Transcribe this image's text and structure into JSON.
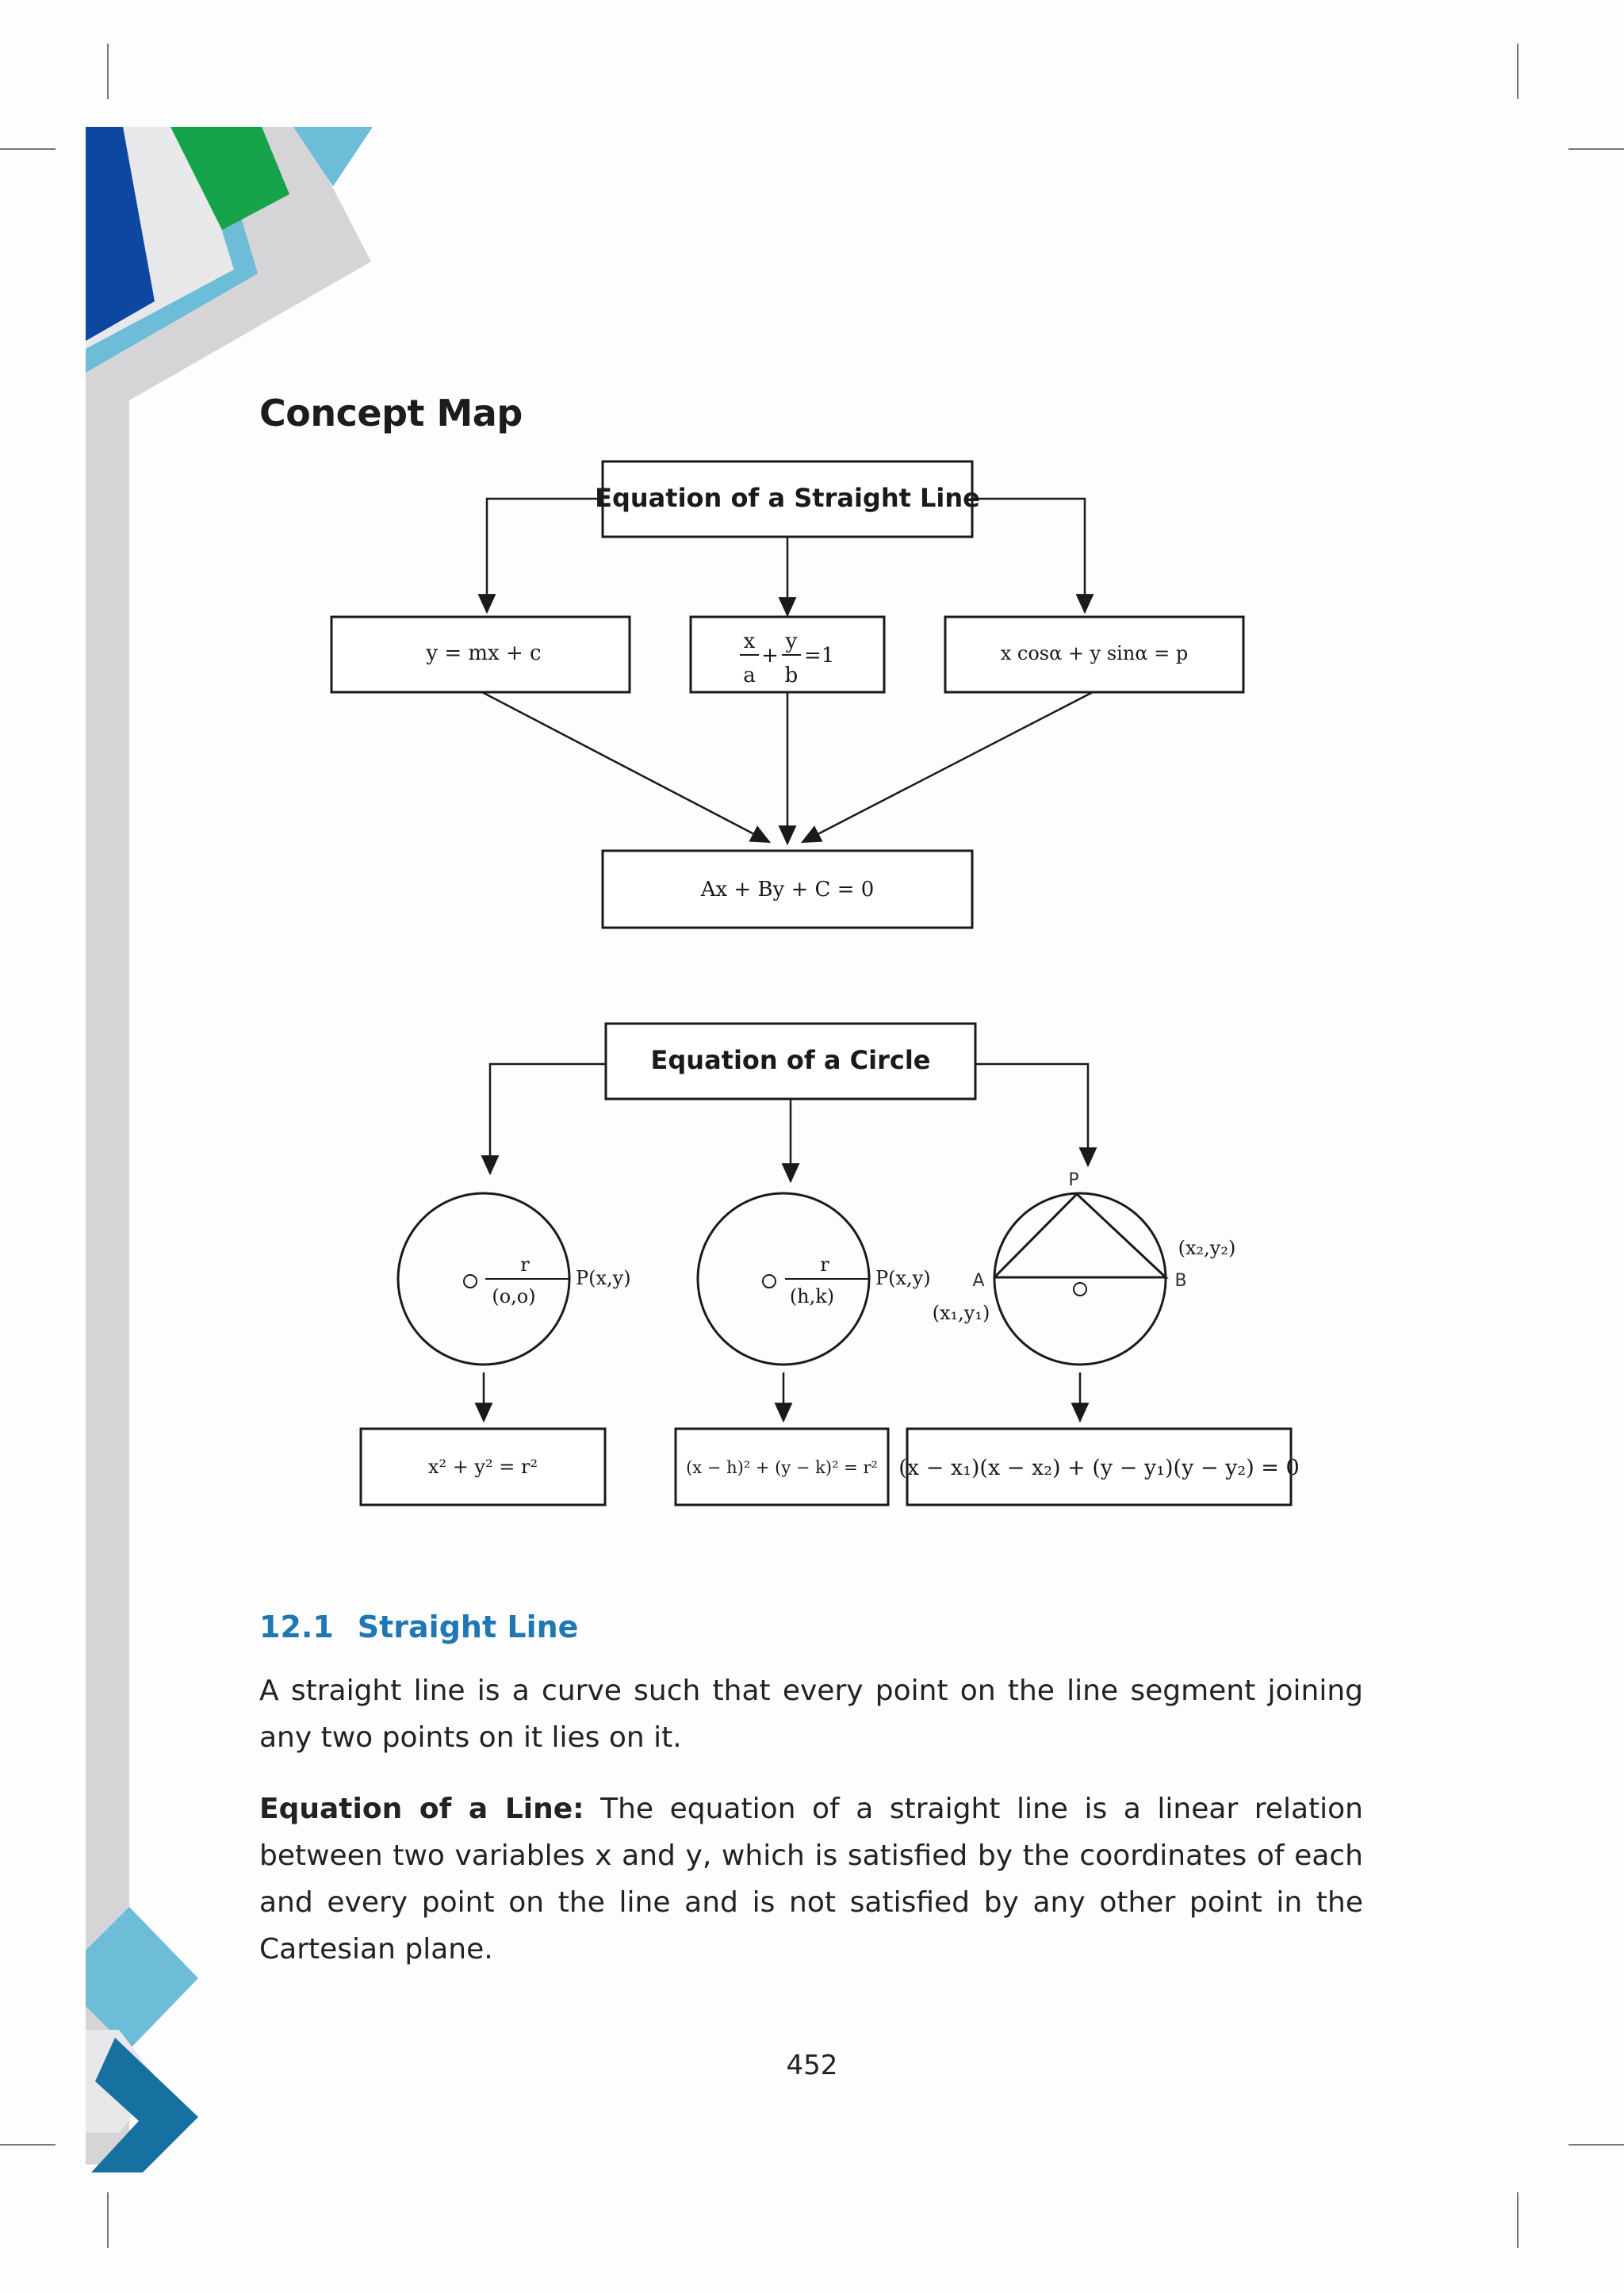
{
  "concept_map": {
    "title": "Concept Map",
    "straight_line": {
      "heading": "Equation of a Straight Line",
      "forms": {
        "slope_intercept": "y = mx + c",
        "intercept_x_num": "x",
        "intercept_y_num": "y",
        "intercept_x_den": "a",
        "intercept_y_den": "b",
        "intercept_plus": "+",
        "intercept_rhs": "=1",
        "normal": "x cosα + y sinα = p"
      },
      "general": "Ax + By + C = 0"
    },
    "circle": {
      "heading": "Equation of a Circle",
      "origin_circle": {
        "radius": "r",
        "center": "(o,o)",
        "point": "P(x,y)"
      },
      "center_circle": {
        "radius": "r",
        "center": "(h,k)",
        "point": "P(x,y)"
      },
      "diameter_circle": {
        "top": "P",
        "a": "A",
        "b": "B",
        "a_coord": "(x₁,y₁)",
        "b_coord": "(x₂,y₂)"
      },
      "eq_origin": "x² + y² = r²",
      "eq_center": "(x − h)² + (y − k)² = r²",
      "eq_diameter": "(x − x₁)(x − x₂) + (y − y₁)(y − y₂) = 0"
    }
  },
  "section": {
    "number": "12.1",
    "title": "Straight Line",
    "para1": "A straight line is a curve such that every point on the line segment joining any two points on it lies on it.",
    "para2_bold": "Equation of a Line:",
    "para2": " The equation of a straight line is a linear relation between two variables x and y, which is satisfied by the coordinates of each and every point on the line and is not satisfied by any other point in the Cartesian plane."
  },
  "page_number": "452",
  "colors": {
    "navy": "#0d47a1",
    "green": "#16a34a",
    "sky": "#6dbcd8",
    "grey": "#d5d5d8",
    "teal": "#1670a0",
    "heading_blue": "#1f77b4"
  }
}
